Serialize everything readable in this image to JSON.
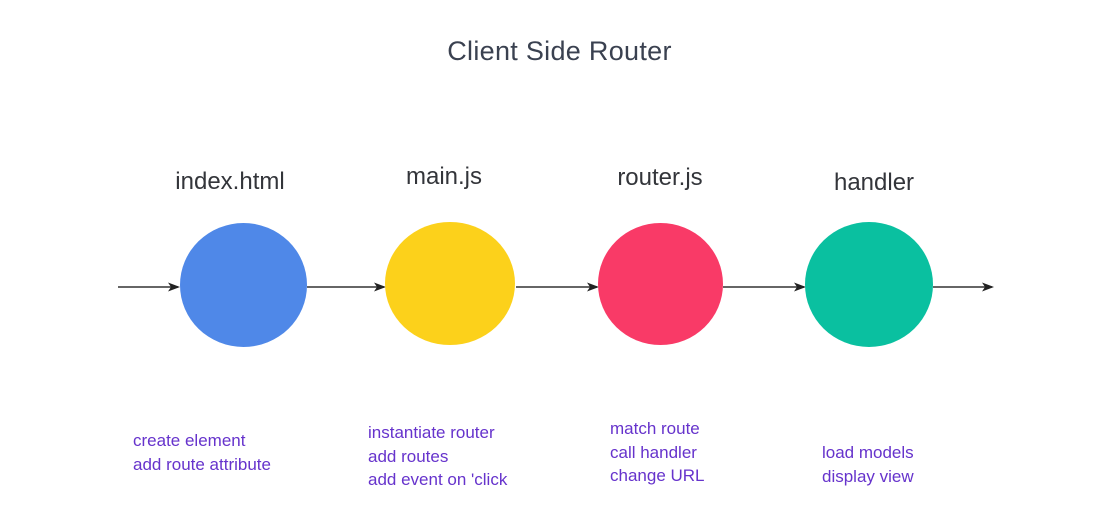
{
  "title": "Client Side Router",
  "nodes": [
    {
      "label": "index.html",
      "color": "#4f88e8",
      "notes": [
        "create element",
        "add route attribute"
      ]
    },
    {
      "label": "main.js",
      "color": "#fcd11b",
      "notes": [
        "instantiate router",
        "add routes",
        "add event on 'click"
      ]
    },
    {
      "label": "router.js",
      "color": "#f93a67",
      "notes": [
        "match route",
        "call handler",
        "change URL"
      ]
    },
    {
      "label": "handler",
      "color": "#0ac0a0",
      "notes": [
        "load models",
        "display view"
      ]
    }
  ],
  "colors": {
    "background": "#ffffff",
    "arrow": "#333333",
    "title_text": "#3a4150",
    "label_text": "#33353a",
    "note_text": "#6633cc"
  }
}
